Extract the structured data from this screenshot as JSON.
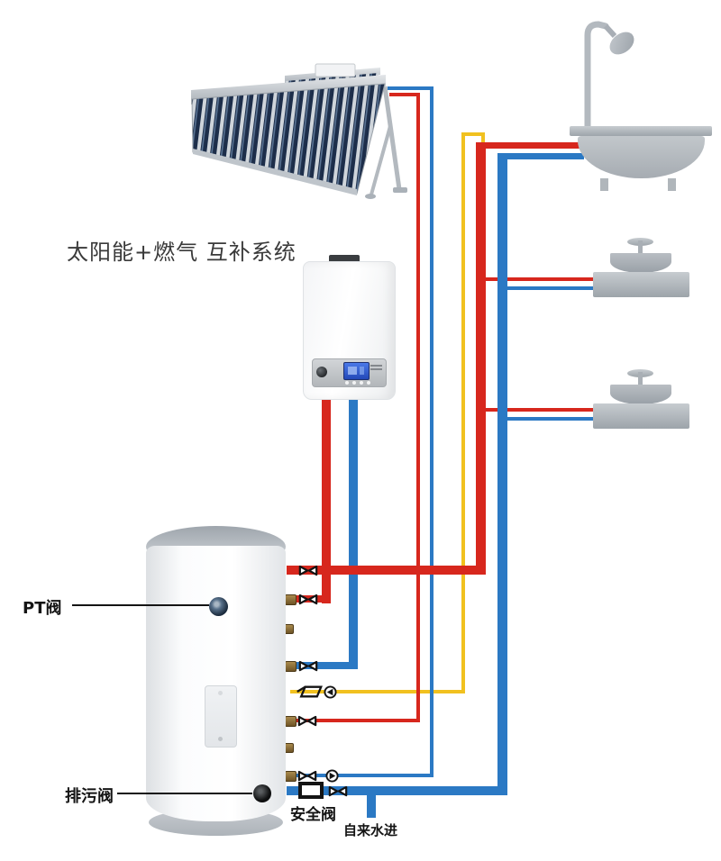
{
  "title": "太阳能+燃气 互补系统",
  "labels": {
    "pt_valve": "PT阀",
    "drain_valve": "排污阀",
    "safety_valve": "安全阀",
    "water_inlet": "自来水进"
  },
  "colors": {
    "hot": "#d7271d",
    "cold": "#2b79c4",
    "circulation": "#f1c11f",
    "ink": "#141414",
    "fixture": "#b4bac0",
    "fixtureDark": "#9aa1a8",
    "fixtureLight": "#ccd0d4",
    "tankGray": "#b3b9bf",
    "brass": "#8f6f3a",
    "panelTube": "#1d2e4a",
    "panelFrame": "#c7ccd1",
    "lcdBlue": "#2e5bd8"
  }
}
